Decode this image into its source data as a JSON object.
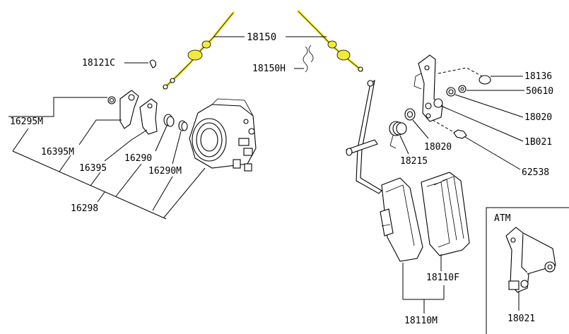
{
  "labels": {
    "l18150": "18150",
    "l18121c": "18121C",
    "l18150h": "18150H",
    "l16295m": "16295M",
    "l16395m": "16395M",
    "l16395": "16395",
    "l16290": "16290",
    "l16290m": "16290M",
    "l16298": "16298",
    "l18136": "18136",
    "l50610": "50610",
    "l18020a": "18020",
    "l18021a": "1B021",
    "l62538": "62538",
    "l18020b": "18020",
    "l18215": "18215",
    "l18110f": "18110F",
    "l18110m": "18110M",
    "atm": "ATM",
    "l18021b": "18021"
  },
  "colors": {
    "highlight": "#f2ea3a"
  }
}
